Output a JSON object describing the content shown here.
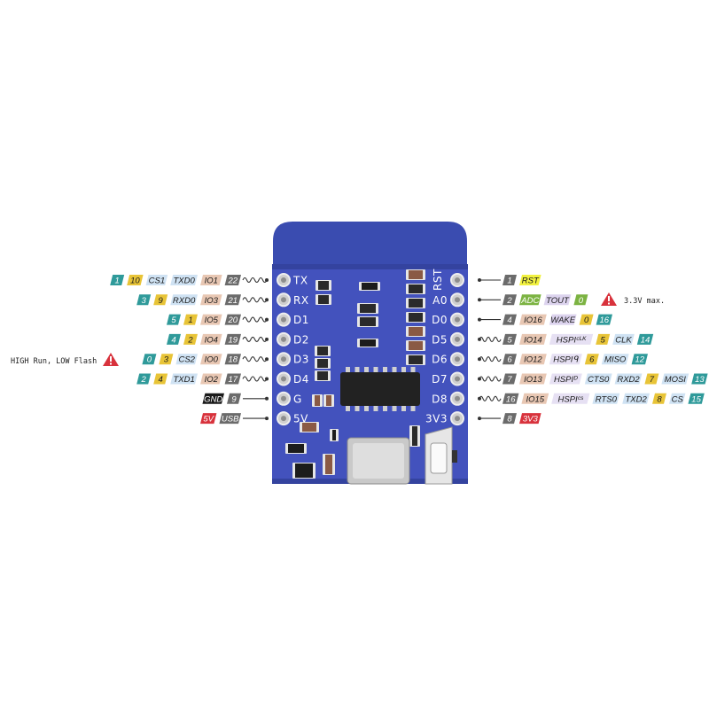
{
  "colors": {
    "board": "#3f4fb8",
    "board_dark": "#2e3c92",
    "teal": "#2f9a9a",
    "yellow": "#e8c437",
    "lightblue": "#cfe2f3",
    "lightbrown": "#e8c7b3",
    "gray": "#6b6b6b",
    "red": "#d8323c",
    "black": "#1a1a1a",
    "lime": "#f1f140",
    "green": "#7cb342",
    "lavender": "#dcd3ee",
    "purple_light": "#e6e0f3",
    "white": "#ffffff"
  },
  "board": {
    "left_pins": [
      "TX",
      "RX",
      "D1",
      "D2",
      "D3",
      "D4",
      "G",
      "5V"
    ],
    "right_pins": [
      "RST",
      "A0",
      "D0",
      "D5",
      "D6",
      "D7",
      "D8",
      "3V3"
    ],
    "rst_vertical_label": "RST"
  },
  "notes": {
    "left": "HIGH Run, LOW Flash",
    "right": "3.3V max."
  },
  "left_rows": [
    {
      "wavy": true,
      "tags": [
        {
          "t": "1",
          "c": "teal"
        },
        {
          "t": "10",
          "c": "yellow"
        },
        {
          "t": "CS1",
          "c": "lightblue"
        },
        {
          "t": "TXD0",
          "c": "lightblue"
        },
        {
          "t": "IO1",
          "c": "lightbrown"
        },
        {
          "t": "22",
          "c": "gray"
        }
      ]
    },
    {
      "wavy": true,
      "tags": [
        {
          "t": "3",
          "c": "teal"
        },
        {
          "t": "9",
          "c": "yellow"
        },
        {
          "t": "RXD0",
          "c": "lightblue"
        },
        {
          "t": "IO3",
          "c": "lightbrown"
        },
        {
          "t": "21",
          "c": "gray"
        }
      ]
    },
    {
      "wavy": true,
      "tags": [
        {
          "t": "5",
          "c": "teal"
        },
        {
          "t": "1",
          "c": "yellow"
        },
        {
          "t": "IO5",
          "c": "lightbrown"
        },
        {
          "t": "20",
          "c": "gray"
        }
      ]
    },
    {
      "wavy": true,
      "tags": [
        {
          "t": "4",
          "c": "teal"
        },
        {
          "t": "2",
          "c": "yellow"
        },
        {
          "t": "IO4",
          "c": "lightbrown"
        },
        {
          "t": "19",
          "c": "gray"
        }
      ]
    },
    {
      "wavy": true,
      "tags": [
        {
          "t": "0",
          "c": "teal"
        },
        {
          "t": "3",
          "c": "yellow"
        },
        {
          "t": "CS2",
          "c": "lightblue"
        },
        {
          "t": "IO0",
          "c": "lightbrown"
        },
        {
          "t": "18",
          "c": "gray"
        }
      ]
    },
    {
      "wavy": true,
      "tags": [
        {
          "t": "2",
          "c": "teal"
        },
        {
          "t": "4",
          "c": "yellow"
        },
        {
          "t": "TXD1",
          "c": "lightblue"
        },
        {
          "t": "IO2",
          "c": "lightbrown"
        },
        {
          "t": "17",
          "c": "gray"
        }
      ]
    },
    {
      "wavy": false,
      "tags": [
        {
          "t": "GND",
          "c": "black"
        },
        {
          "t": "9",
          "c": "gray"
        }
      ]
    },
    {
      "wavy": false,
      "tags": [
        {
          "t": "5V",
          "c": "red"
        },
        {
          "t": "USB",
          "c": "gray"
        }
      ]
    }
  ],
  "right_rows": [
    {
      "wavy": false,
      "tags": [
        {
          "t": "1",
          "c": "gray"
        },
        {
          "t": "RST",
          "c": "lime"
        }
      ]
    },
    {
      "wavy": false,
      "tags": [
        {
          "t": "2",
          "c": "gray"
        },
        {
          "t": "ADC",
          "c": "green"
        },
        {
          "t": "TOUT",
          "c": "lavender"
        },
        {
          "t": "0",
          "c": "green"
        }
      ]
    },
    {
      "wavy": false,
      "tags": [
        {
          "t": "4",
          "c": "gray"
        },
        {
          "t": "IO16",
          "c": "lightbrown"
        },
        {
          "t": "WAKE",
          "c": "lavender"
        },
        {
          "t": "0",
          "c": "yellow"
        },
        {
          "t": "16",
          "c": "teal"
        }
      ]
    },
    {
      "wavy": true,
      "tags": [
        {
          "t": "5",
          "c": "gray"
        },
        {
          "t": "IO14",
          "c": "lightbrown"
        },
        {
          "t": "HSPIᶜᴸᴷ",
          "c": "purple_light"
        },
        {
          "t": "5",
          "c": "yellow"
        },
        {
          "t": "CLK",
          "c": "lightblue"
        },
        {
          "t": "14",
          "c": "teal"
        }
      ]
    },
    {
      "wavy": true,
      "tags": [
        {
          "t": "6",
          "c": "gray"
        },
        {
          "t": "IO12",
          "c": "lightbrown"
        },
        {
          "t": "HSPIᑫ",
          "c": "purple_light"
        },
        {
          "t": "6",
          "c": "yellow"
        },
        {
          "t": "MISO",
          "c": "lightblue"
        },
        {
          "t": "12",
          "c": "teal"
        }
      ]
    },
    {
      "wavy": true,
      "tags": [
        {
          "t": "7",
          "c": "gray"
        },
        {
          "t": "IO13",
          "c": "lightbrown"
        },
        {
          "t": "HSPIᴰ",
          "c": "purple_light"
        },
        {
          "t": "CTS0",
          "c": "lightblue"
        },
        {
          "t": "RXD2",
          "c": "lightblue"
        },
        {
          "t": "7",
          "c": "yellow"
        },
        {
          "t": "MOSI",
          "c": "lightblue"
        },
        {
          "t": "13",
          "c": "teal"
        }
      ]
    },
    {
      "wavy": true,
      "tags": [
        {
          "t": "16",
          "c": "gray"
        },
        {
          "t": "IO15",
          "c": "lightbrown"
        },
        {
          "t": "HSPIᶜˢ",
          "c": "purple_light"
        },
        {
          "t": "RTS0",
          "c": "lightblue"
        },
        {
          "t": "TXD2",
          "c": "lightblue"
        },
        {
          "t": "8",
          "c": "yellow"
        },
        {
          "t": "CS",
          "c": "lightblue"
        },
        {
          "t": "15",
          "c": "teal"
        }
      ]
    },
    {
      "wavy": false,
      "tags": [
        {
          "t": "8",
          "c": "gray"
        },
        {
          "t": "3V3",
          "c": "red"
        }
      ]
    }
  ]
}
